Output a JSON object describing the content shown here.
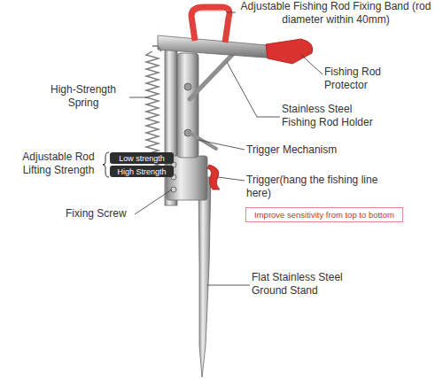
{
  "diagram": {
    "nodes": [
      {
        "text": [
          "Low strength"
        ]
      },
      {
        "text": [
          "High Strength"
        ]
      },
      {
        "text": [
          "Improve sensitivity from top to bottom"
        ]
      }
    ],
    "labels": [
      "Adjustable Fishing Rod Fixing Band (rod diameter within 40mm)",
      "Fishing Rod Protector",
      "High-Strength Spring",
      "Stainless Steel Fishing Rod Holder",
      "Trigger Mechanism",
      "Adjustable Rod Lifting Strength",
      "Trigger(hang the fishing line here)",
      "Fixing Screw",
      "Flat Stainless Steel Ground Stand"
    ]
  }
}
